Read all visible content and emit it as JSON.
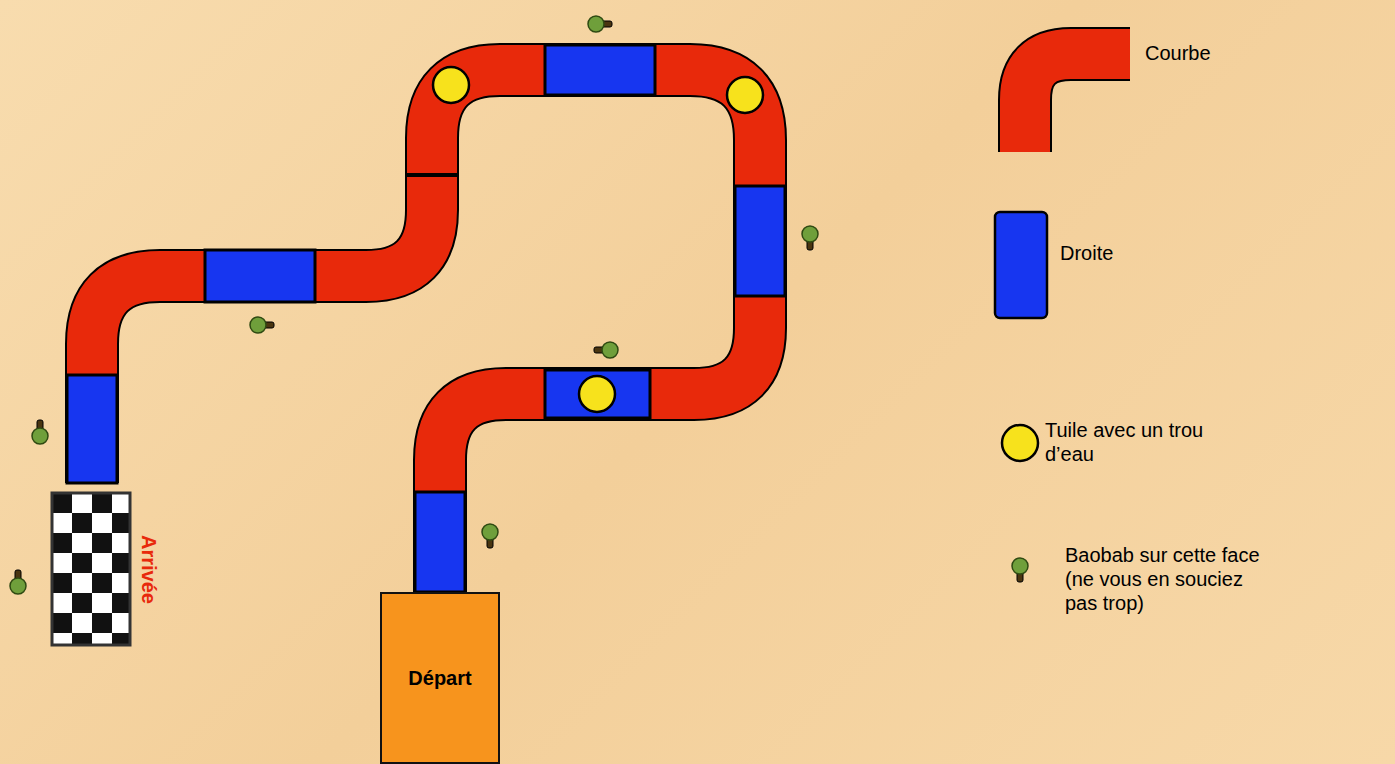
{
  "diagram": {
    "nodes": [
      {
        "text": [
          "Départ"
        ]
      },
      {
        "text": [
          "Arrivée"
        ]
      }
    ],
    "legend": [
      {
        "text": "Courbe",
        "color": "#e8290b"
      },
      {
        "text": "Droite",
        "color": "#1736f0"
      },
      {
        "text": "Tuile avec un trou d’eau",
        "color": "#f7e21c"
      },
      {
        "text": "Baobab sur cette face (ne vous en souciez pas trop)"
      }
    ]
  }
}
